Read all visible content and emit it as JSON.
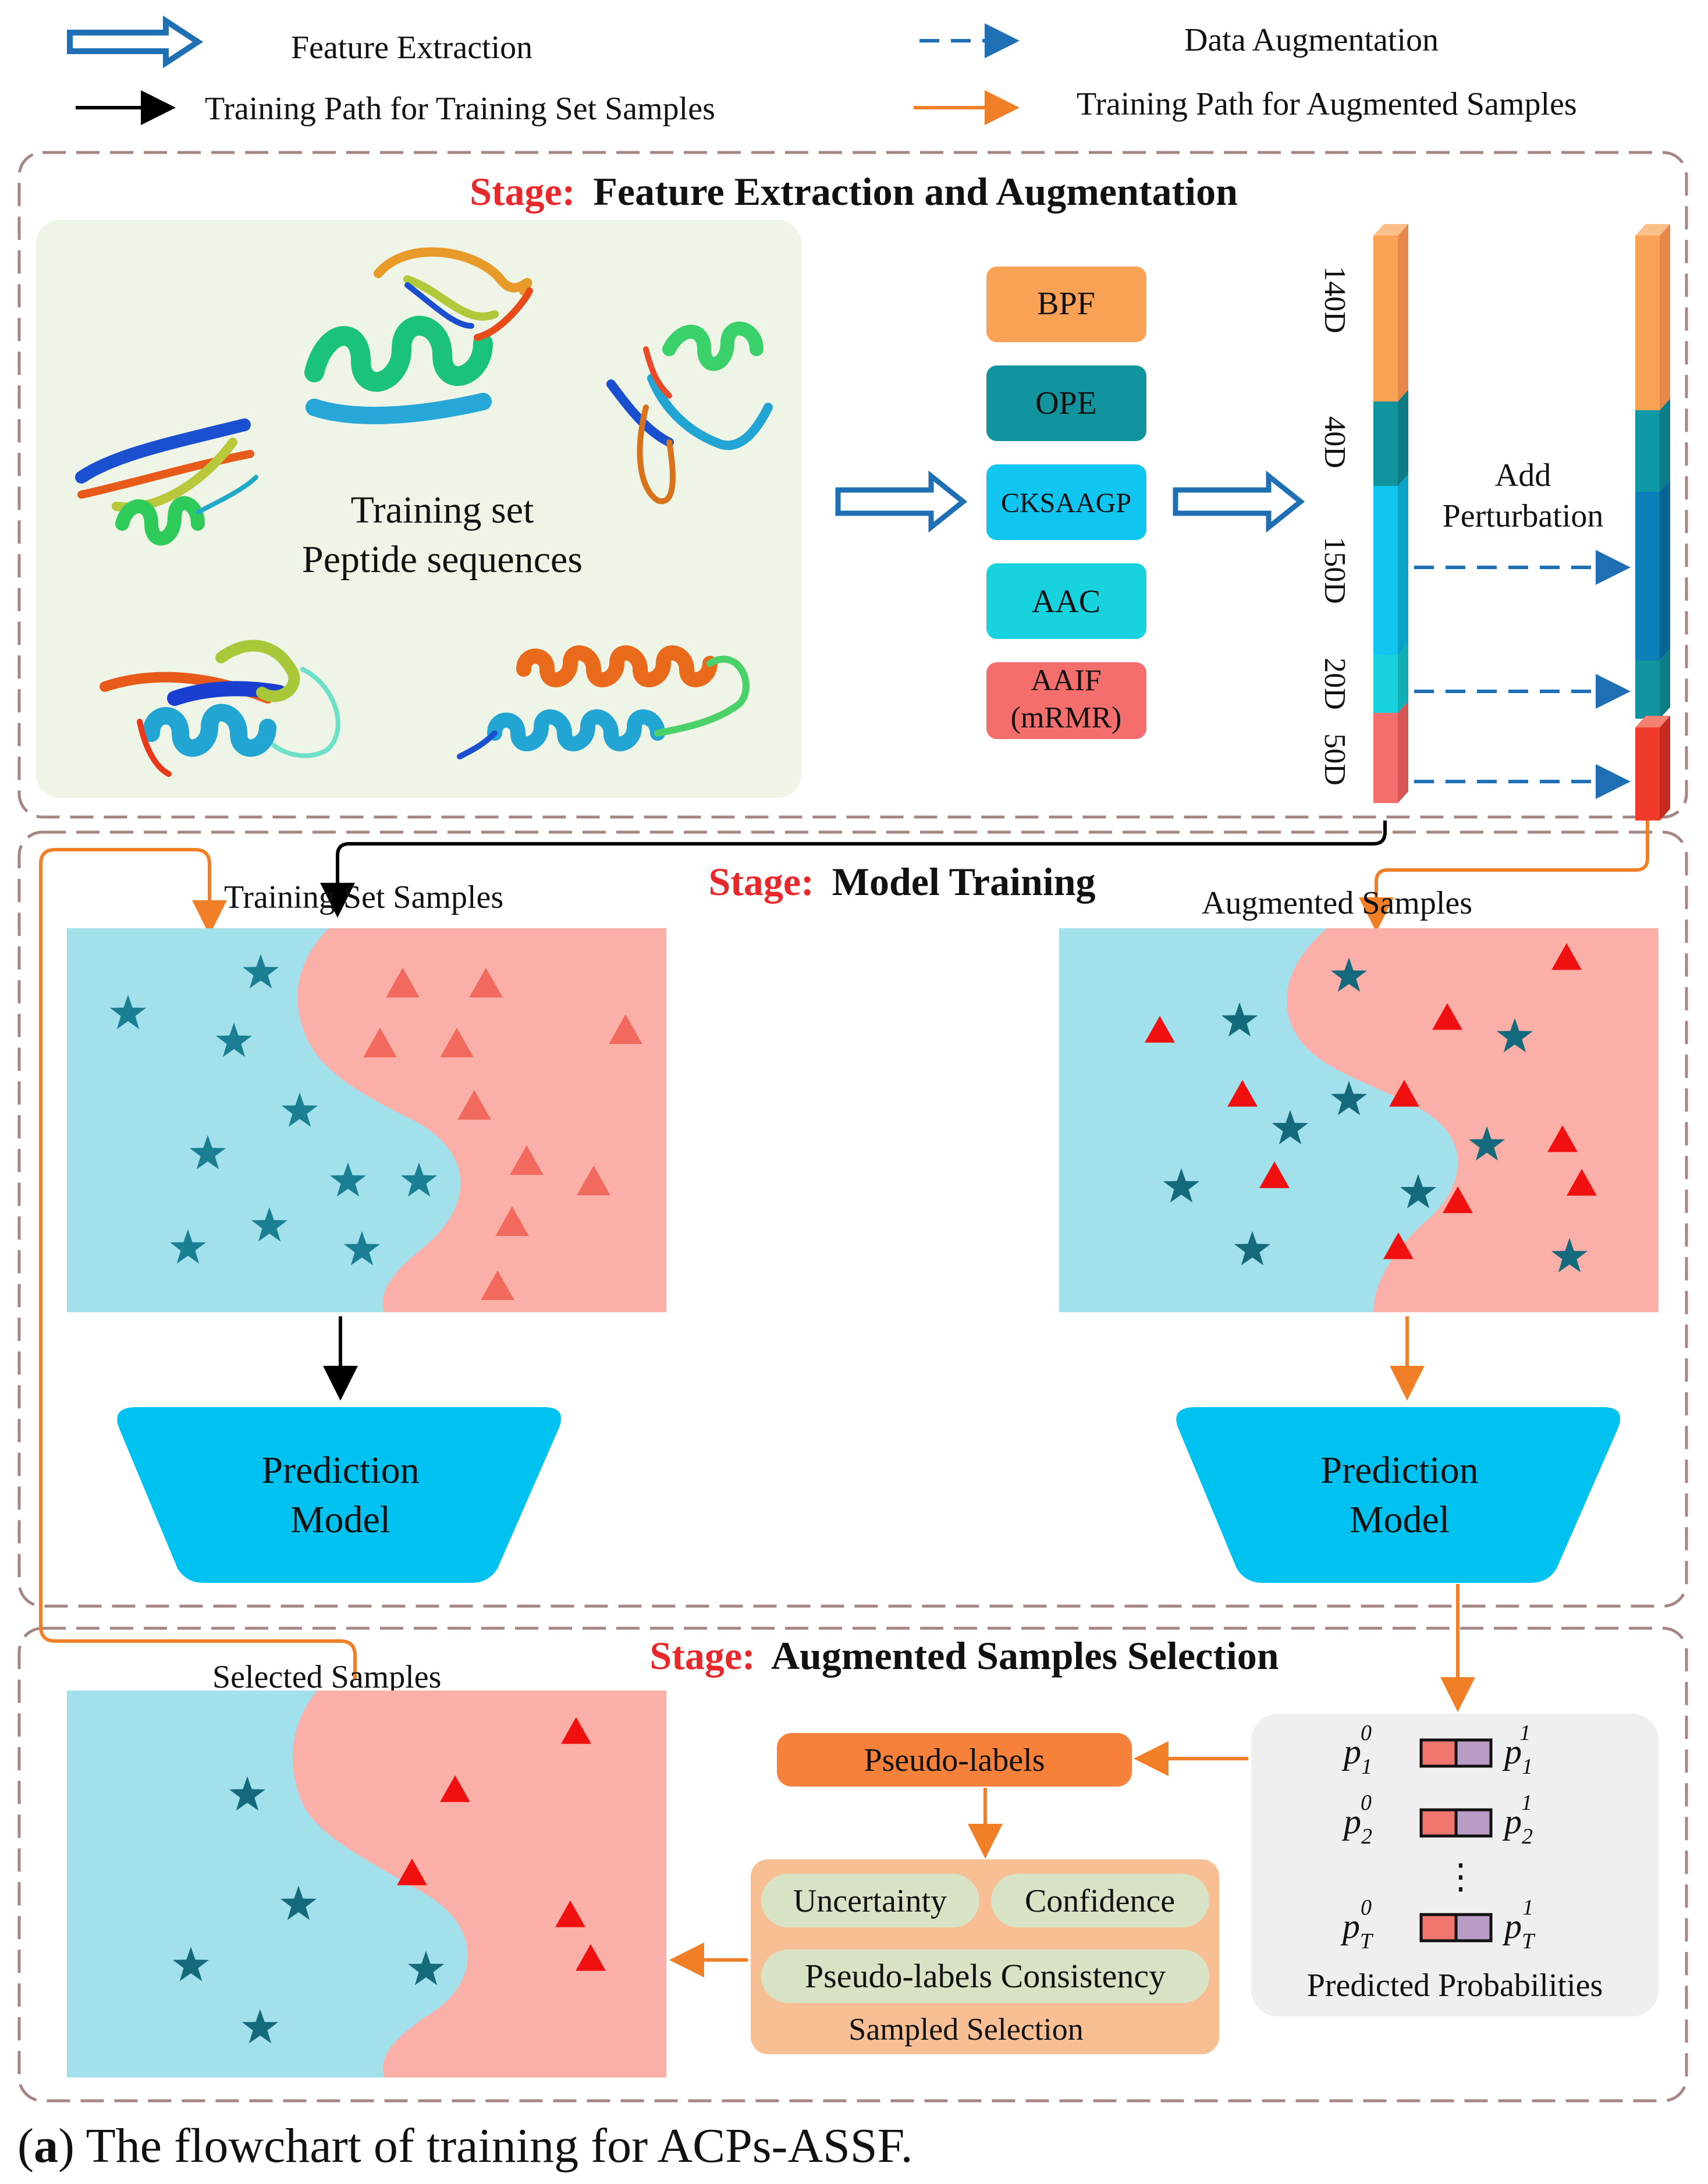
{
  "legend": {
    "feature_extraction": "Feature Extraction",
    "data_augmentation": "Data Augmentation",
    "training_path_training": "Training Path for Training Set Samples",
    "training_path_augmented": "Training Path for Augmented Samples"
  },
  "stage1": {
    "prefix": "Stage:",
    "title": "Feature Extraction and Augmentation",
    "training_set_line1": "Training set",
    "training_set_line2": "Peptide sequences",
    "features": [
      {
        "label": "BPF",
        "color": "#F9A155"
      },
      {
        "label": "OPE",
        "color": "#12949E"
      },
      {
        "label": "CKSAAGP",
        "color": "#10C5F0"
      },
      {
        "label": "AAC",
        "color": "#18D3DE"
      },
      {
        "label": "AAIF",
        "label2": "(mRMR)",
        "color": "#F46E6E"
      }
    ],
    "dims": [
      "140D",
      "40D",
      "150D",
      "20D",
      "50D"
    ],
    "add_perturbation_1": "Add",
    "add_perturbation_2": "Perturbation"
  },
  "stage2": {
    "prefix": "Stage:",
    "title": "Model Training",
    "training_set_samples": "Training Set  Samples",
    "augmented_samples": "Augmented  Samples",
    "model_line1": "Prediction",
    "model_line2": "Model"
  },
  "stage3": {
    "prefix": "Stage:",
    "title": "Augmented Samples Selection",
    "selected_samples": "Selected   Samples",
    "pseudo_labels": "Pseudo-labels",
    "uncertainty": "Uncertainty",
    "confidence": "Confidence",
    "consistency": "Pseudo-labels Consistency",
    "sampled_selection": "Sampled Selection",
    "predicted_probabilities": "Predicted Probabilities",
    "prob_rows": [
      {
        "left_sub": "1",
        "right_sub": "1"
      },
      {
        "left_sub": "2",
        "right_sub": "2"
      },
      {
        "left_sub": "T",
        "right_sub": "T"
      }
    ],
    "prob_sup_left": "0",
    "prob_sup_right": "1",
    "ellipsis": "⋮"
  },
  "caption": {
    "label": "a",
    "text": " The flowchart of training for ACPs-ASSF."
  },
  "colors": {
    "blue_region": "#A2E0EB",
    "red_region": "#FAB0A8",
    "star": "#1A7F93",
    "star_dark": "#146A7A",
    "triangle_light": "#F26A5E",
    "triangle_red": "#F01010",
    "stage_red": "#E8282A",
    "orange_arrow": "#F07F27",
    "blue_arrow": "#1F6FB5",
    "model_cyan": "#00C2F0"
  }
}
